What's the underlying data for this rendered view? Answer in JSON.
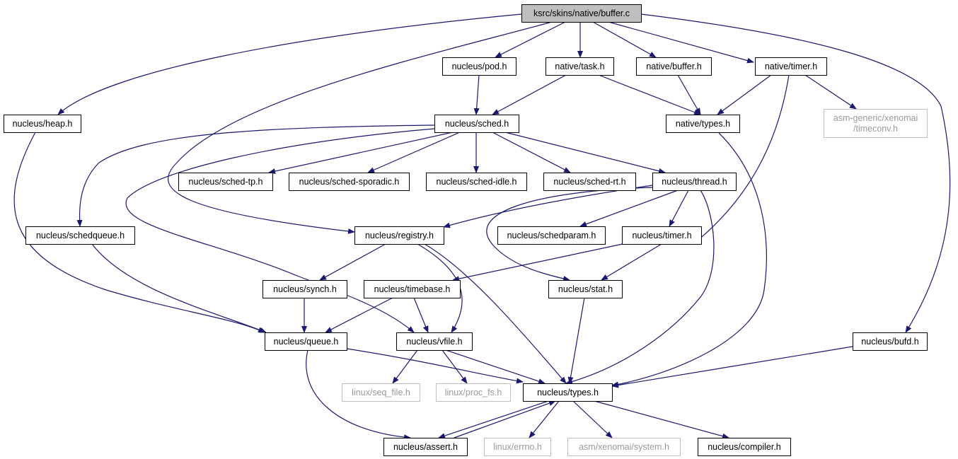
{
  "title": "",
  "colors": {
    "edge": "#191970",
    "node_border": "#000000",
    "node_border_external": "#bfbfbf",
    "root_fill": "#bfbfbf",
    "node_fill": "#ffffff",
    "text": "#000000",
    "text_external": "#9a9a9a"
  },
  "nodes": [
    {
      "id": "root",
      "lines": [
        "ksrc/skins/native/buffer.c"
      ],
      "style": "root"
    },
    {
      "id": "pod",
      "lines": [
        "nucleus/pod.h"
      ],
      "style": "normal"
    },
    {
      "id": "ntask",
      "lines": [
        "native/task.h"
      ],
      "style": "normal"
    },
    {
      "id": "nbuffer",
      "lines": [
        "native/buffer.h"
      ],
      "style": "normal"
    },
    {
      "id": "ntimer",
      "lines": [
        "native/timer.h"
      ],
      "style": "normal"
    },
    {
      "id": "heap",
      "lines": [
        "nucleus/heap.h"
      ],
      "style": "normal"
    },
    {
      "id": "sched",
      "lines": [
        "nucleus/sched.h"
      ],
      "style": "normal"
    },
    {
      "id": "ntypes",
      "lines": [
        "native/types.h"
      ],
      "style": "normal"
    },
    {
      "id": "timeconv",
      "lines": [
        "asm-generic/xenomai",
        "/timeconv.h"
      ],
      "style": "external"
    },
    {
      "id": "schedtp",
      "lines": [
        "nucleus/sched-tp.h"
      ],
      "style": "normal"
    },
    {
      "id": "schedspor",
      "lines": [
        "nucleus/sched-sporadic.h"
      ],
      "style": "normal"
    },
    {
      "id": "schedidle",
      "lines": [
        "nucleus/sched-idle.h"
      ],
      "style": "normal"
    },
    {
      "id": "schedrt",
      "lines": [
        "nucleus/sched-rt.h"
      ],
      "style": "normal"
    },
    {
      "id": "thread",
      "lines": [
        "nucleus/thread.h"
      ],
      "style": "normal"
    },
    {
      "id": "schedqueue",
      "lines": [
        "nucleus/schedqueue.h"
      ],
      "style": "normal"
    },
    {
      "id": "registry",
      "lines": [
        "nucleus/registry.h"
      ],
      "style": "normal"
    },
    {
      "id": "schedparam",
      "lines": [
        "nucleus/schedparam.h"
      ],
      "style": "normal"
    },
    {
      "id": "timer",
      "lines": [
        "nucleus/timer.h"
      ],
      "style": "normal"
    },
    {
      "id": "synch",
      "lines": [
        "nucleus/synch.h"
      ],
      "style": "normal"
    },
    {
      "id": "timebase",
      "lines": [
        "nucleus/timebase.h"
      ],
      "style": "normal"
    },
    {
      "id": "stat",
      "lines": [
        "nucleus/stat.h"
      ],
      "style": "normal"
    },
    {
      "id": "queue",
      "lines": [
        "nucleus/queue.h"
      ],
      "style": "normal"
    },
    {
      "id": "vfile",
      "lines": [
        "nucleus/vfile.h"
      ],
      "style": "normal"
    },
    {
      "id": "bufd",
      "lines": [
        "nucleus/bufd.h"
      ],
      "style": "normal"
    },
    {
      "id": "seqfile",
      "lines": [
        "linux/seq_file.h"
      ],
      "style": "external"
    },
    {
      "id": "procfs",
      "lines": [
        "linux/proc_fs.h"
      ],
      "style": "external"
    },
    {
      "id": "types",
      "lines": [
        "nucleus/types.h"
      ],
      "style": "normal"
    },
    {
      "id": "assert",
      "lines": [
        "nucleus/assert.h"
      ],
      "style": "normal"
    },
    {
      "id": "errno",
      "lines": [
        "linux/errno.h"
      ],
      "style": "external"
    },
    {
      "id": "system",
      "lines": [
        "asm/xenomai/system.h"
      ],
      "style": "external"
    },
    {
      "id": "compiler",
      "lines": [
        "nucleus/compiler.h"
      ],
      "style": "normal"
    }
  ],
  "edges": [
    {
      "from": "root",
      "to": "pod"
    },
    {
      "from": "root",
      "to": "ntask"
    },
    {
      "from": "root",
      "to": "nbuffer"
    },
    {
      "from": "root",
      "to": "ntimer"
    },
    {
      "from": "root",
      "to": "heap"
    },
    {
      "from": "root",
      "to": "registry"
    },
    {
      "from": "root",
      "to": "bufd"
    },
    {
      "from": "pod",
      "to": "sched"
    },
    {
      "from": "ntask",
      "to": "sched"
    },
    {
      "from": "ntask",
      "to": "ntypes"
    },
    {
      "from": "nbuffer",
      "to": "ntypes"
    },
    {
      "from": "ntimer",
      "to": "ntypes"
    },
    {
      "from": "ntimer",
      "to": "timeconv"
    },
    {
      "from": "ntimer",
      "to": "timer"
    },
    {
      "from": "heap",
      "to": "queue"
    },
    {
      "from": "sched",
      "to": "schedtp"
    },
    {
      "from": "sched",
      "to": "schedspor"
    },
    {
      "from": "sched",
      "to": "schedidle"
    },
    {
      "from": "sched",
      "to": "schedrt"
    },
    {
      "from": "sched",
      "to": "thread"
    },
    {
      "from": "sched",
      "to": "schedqueue"
    },
    {
      "from": "sched",
      "to": "vfile"
    },
    {
      "from": "ntypes",
      "to": "types"
    },
    {
      "from": "thread",
      "to": "registry"
    },
    {
      "from": "thread",
      "to": "schedparam"
    },
    {
      "from": "thread",
      "to": "timer"
    },
    {
      "from": "thread",
      "to": "stat"
    },
    {
      "from": "thread",
      "to": "types"
    },
    {
      "from": "schedqueue",
      "to": "queue"
    },
    {
      "from": "registry",
      "to": "synch"
    },
    {
      "from": "registry",
      "to": "vfile"
    },
    {
      "from": "registry",
      "to": "types"
    },
    {
      "from": "timer",
      "to": "timebase"
    },
    {
      "from": "timer",
      "to": "stat"
    },
    {
      "from": "synch",
      "to": "queue"
    },
    {
      "from": "timebase",
      "to": "queue"
    },
    {
      "from": "timebase",
      "to": "vfile"
    },
    {
      "from": "stat",
      "to": "types"
    },
    {
      "from": "queue",
      "to": "types"
    },
    {
      "from": "queue",
      "to": "assert"
    },
    {
      "from": "vfile",
      "to": "seqfile"
    },
    {
      "from": "vfile",
      "to": "procfs"
    },
    {
      "from": "vfile",
      "to": "types"
    },
    {
      "from": "bufd",
      "to": "types"
    },
    {
      "from": "types",
      "to": "errno"
    },
    {
      "from": "types",
      "to": "system"
    },
    {
      "from": "types",
      "to": "compiler"
    },
    {
      "from": "types",
      "to": "assert"
    },
    {
      "from": "assert",
      "to": "types"
    }
  ]
}
